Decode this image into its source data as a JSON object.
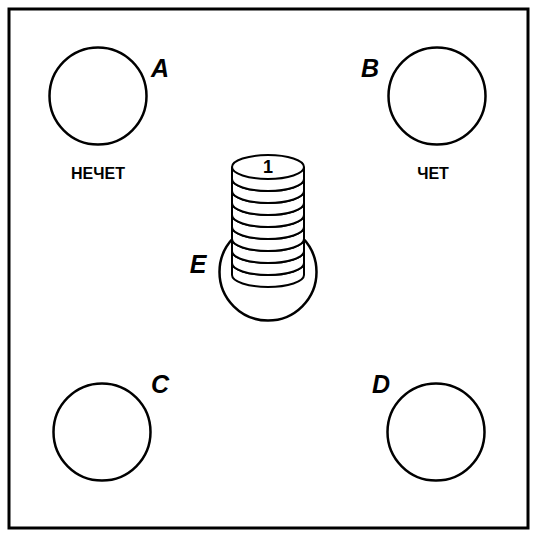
{
  "diagram": {
    "nodes": [
      {
        "text": [
          "A",
          "НЕЧЕТ"
        ]
      },
      {
        "text": [
          "B",
          "ЧЕТ"
        ]
      },
      {
        "text": [
          "E"
        ]
      },
      {
        "text": [
          "C"
        ]
      },
      {
        "text": [
          "D"
        ]
      }
    ],
    "labels": [
      "1"
    ]
  }
}
